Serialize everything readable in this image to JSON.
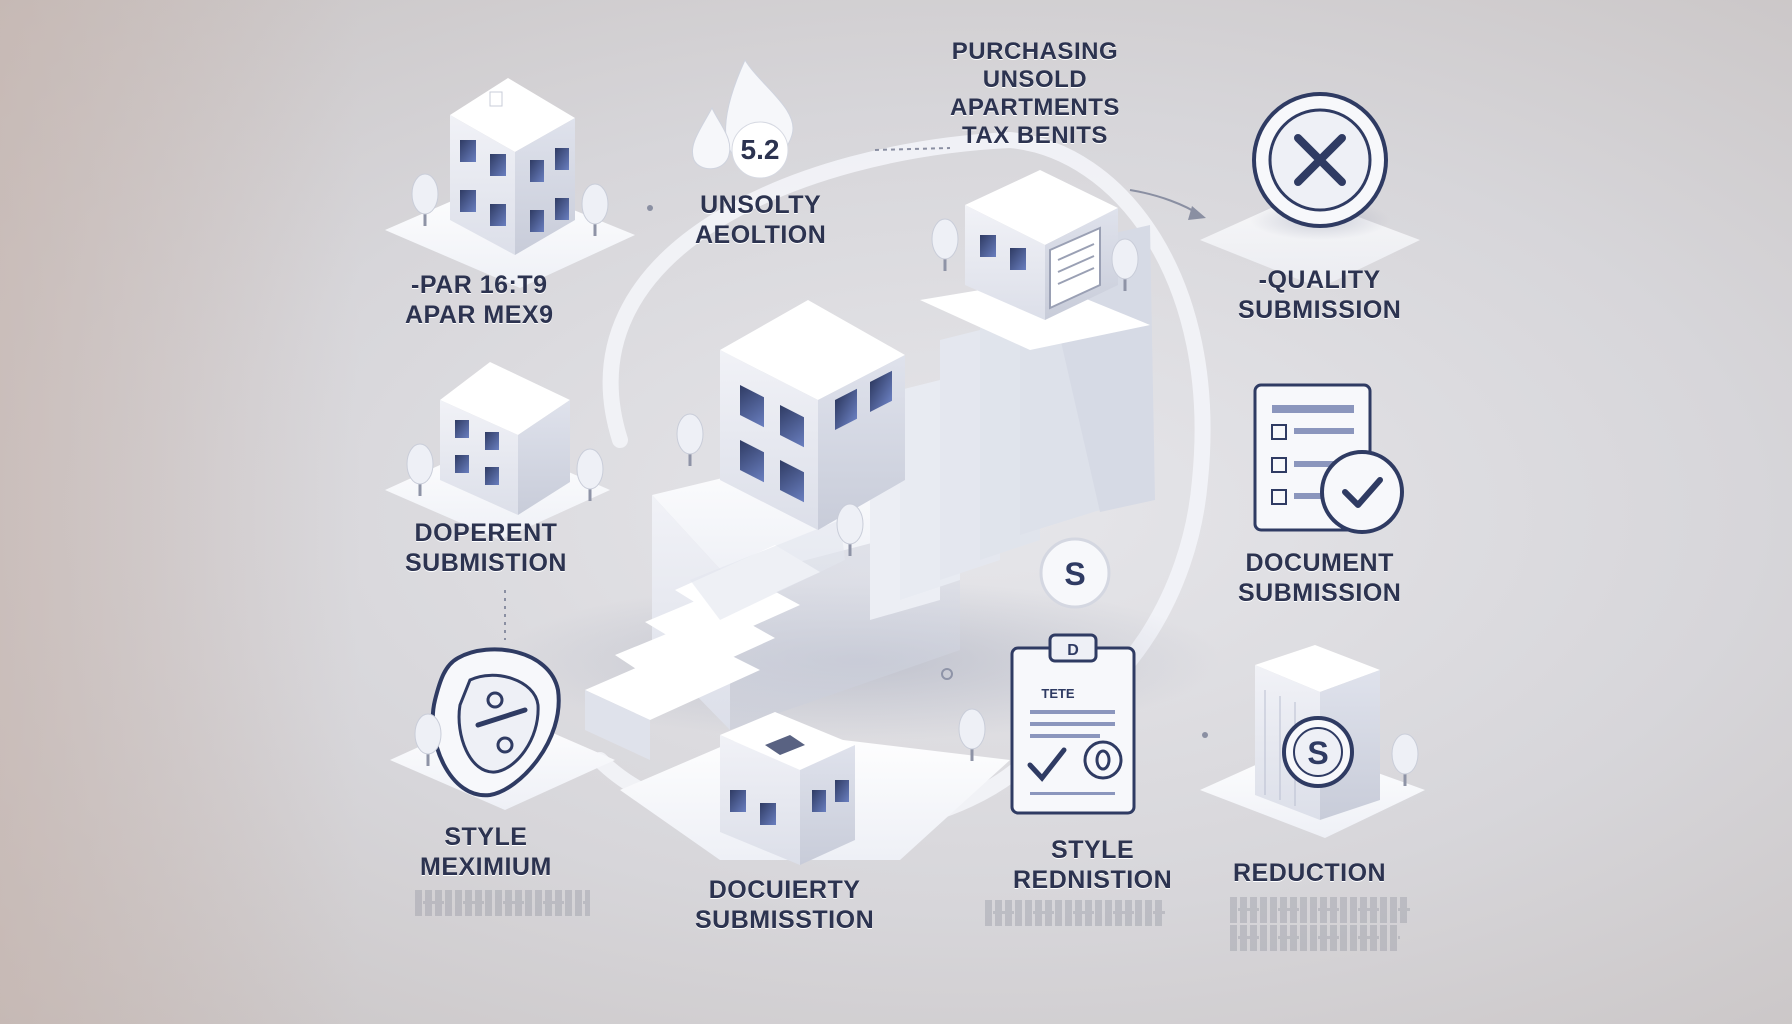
{
  "labels": {
    "title_top": [
      "PURCHASING",
      "UNSOLD",
      "APARTMENTS",
      "TAX BENITS"
    ],
    "number_badge": "5.2",
    "unsolty": [
      "UNSOLTY",
      "AEOLTION"
    ],
    "apartments_left": [
      "-PAR 16:T9",
      "APAR MEX9"
    ],
    "quality": [
      "-QUALITY",
      "SUBMISSION"
    ],
    "doperent": [
      "DOPERENT",
      "SUBMISTION"
    ],
    "document": [
      "DOCUMENT",
      "SUBMISSION"
    ],
    "style_max": [
      "STYLE",
      "MEXIMIUM"
    ],
    "docuierty": [
      "DOCUIERTY",
      "SUBMISSTION"
    ],
    "style_red": [
      "STYLE",
      "REDNISTION"
    ],
    "reduction": [
      "REDUCTION"
    ],
    "clipboard_tag": "TETE",
    "dollar": "S"
  },
  "colors": {
    "text": "#2c3350",
    "accent": "#3a4e8c",
    "surface": "#f4f5f9"
  },
  "icons": [
    "x-circle-icon",
    "document-check-icon",
    "dollar-coin-icon",
    "clipboard-check-icon",
    "percent-shield-icon",
    "house-icon",
    "tree-icon"
  ]
}
